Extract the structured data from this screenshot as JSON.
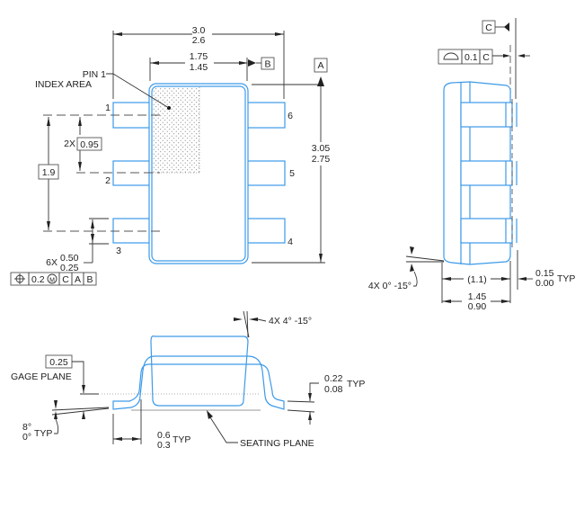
{
  "top_view": {
    "overall_width": {
      "max": "3.0",
      "min": "2.6"
    },
    "body_width": {
      "max": "1.75",
      "min": "1.45"
    },
    "datum_b": "B",
    "datum_a": "A",
    "pin1_label_line1": "PIN 1",
    "pin1_label_line2": "INDEX AREA",
    "pins": [
      "1",
      "2",
      "3",
      "4",
      "5",
      "6"
    ],
    "pitch_prefix": "2X",
    "pitch": "0.95",
    "span": "1.9",
    "body_length": {
      "max": "3.05",
      "min": "2.75"
    },
    "lead_width_prefix": "6X",
    "lead_width": {
      "max": "0.50",
      "min": "0.25"
    },
    "fcf": [
      "0.2",
      "C",
      "A",
      "B"
    ]
  },
  "side_view": {
    "datum_c": "C",
    "coplanarity": {
      "value": "0.1",
      "datum": "C"
    },
    "mold_angle": "4X 0° -15°",
    "lead_length_ref": "(1.1)",
    "standoff": {
      "max": "0.15",
      "min": "0.00",
      "suffix": "TYP"
    },
    "height": {
      "max": "1.45",
      "min": "0.90"
    }
  },
  "end_view": {
    "draft_angle": "4X 4° -15°",
    "gage_value": "0.25",
    "gage_label": "GAGE PLANE",
    "lead_thickness": {
      "max": "0.22",
      "min": "0.08",
      "suffix": "TYP"
    },
    "foot_angle": {
      "max": "8°",
      "min": "0°",
      "suffix": "TYP"
    },
    "foot_length": {
      "max": "0.6",
      "min": "0.3",
      "suffix": "TYP"
    },
    "seating_label": "SEATING PLANE"
  }
}
